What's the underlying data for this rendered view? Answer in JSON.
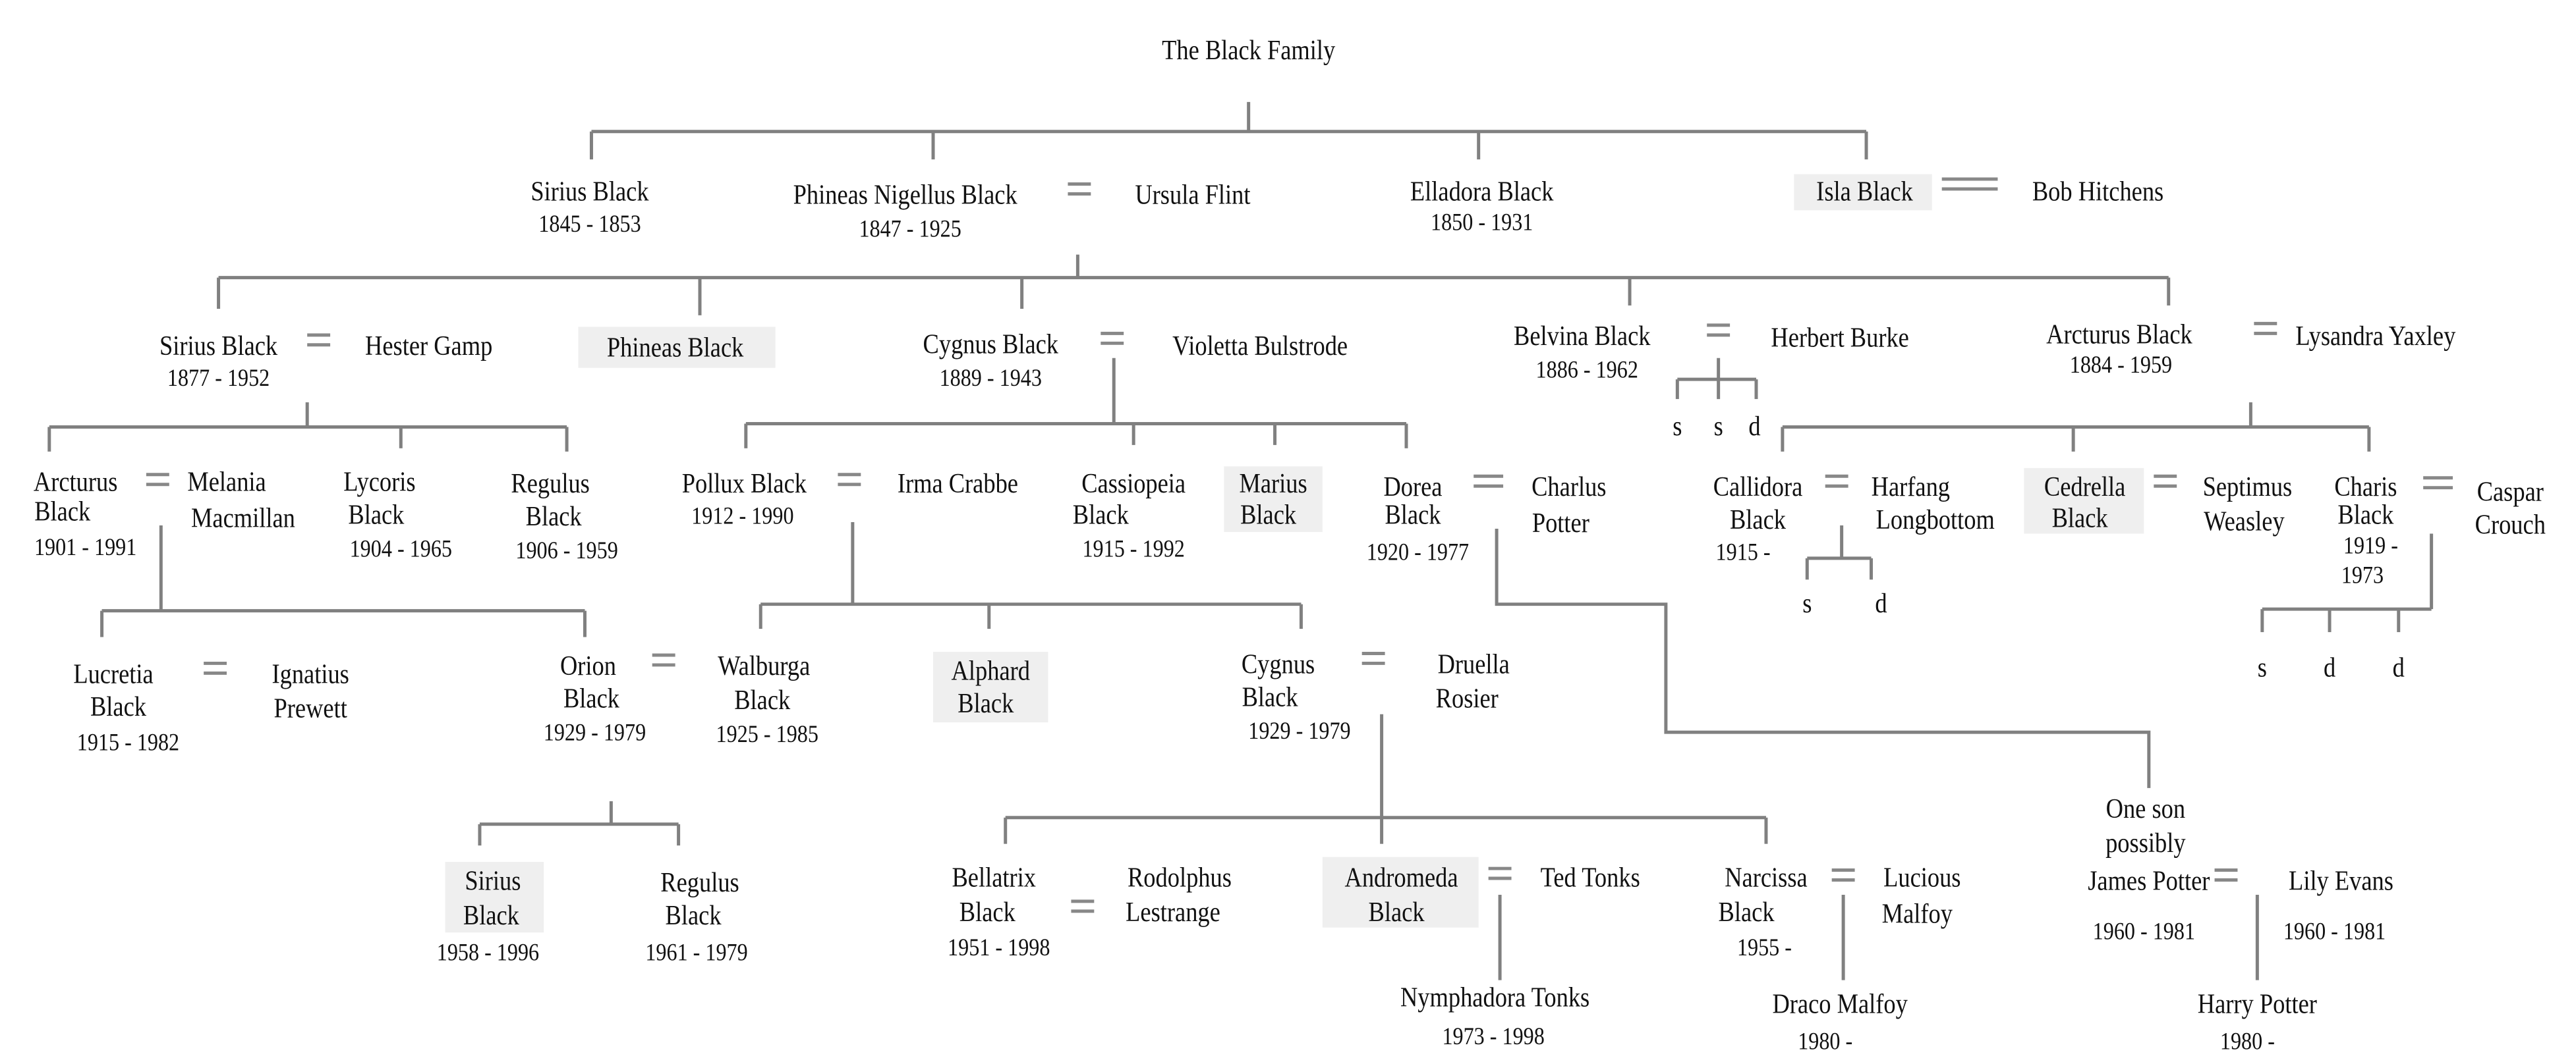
{
  "title": "The Black Family",
  "highlight_color": "#efefef",
  "line_color": "#808080",
  "labels": {
    "sirius1845_name": "Sirius Black",
    "sirius1845_dates": "1845 - 1853",
    "phineasN_name": "Phineas Nigellus Black",
    "phineasN_dates": "1847 - 1925",
    "ursula": "Ursula Flint",
    "elladora_name": "Elladora  Black",
    "elladora_dates": "1850 - 1931",
    "isla_name": "Isla Black",
    "bob": "Bob Hitchens",
    "sirius1877_name": "Sirius Black",
    "sirius1877_dates": "1877 - 1952",
    "hester": "Hester Gamp",
    "phineas_name": "Phineas  Black",
    "cygnus1889_name": "Cygnus  Black",
    "cygnus1889_dates": "1889 - 1943",
    "violetta": "Violetta  Bulstrode",
    "belvina_name": "Belvina  Black",
    "belvina_dates": "1886 - 1962",
    "herbert": "Herbert Burke",
    "belvina_c1": "s",
    "belvina_c2": "s",
    "belvina_c3": "d",
    "arcturus1884_name": "Arcturus  Black",
    "arcturus1884_dates": "1884 - 1959",
    "lysandra": "Lysandra  Yaxley",
    "arcturus1901_l1": "Arcturus",
    "arcturus1901_l2": "Black",
    "arcturus1901_dates": "1901 - 1991",
    "melania_l1": "Melania",
    "melania_l2": "Macmillan",
    "lycoris_l1": "Lycoris",
    "lycoris_l2": "Black",
    "lycoris_dates": "1904 - 1965",
    "regulus1906_l1": "Regulus",
    "regulus1906_l2": "Black",
    "regulus1906_dates": "1906 - 1959",
    "pollux_name": "Pollux Black",
    "pollux_dates": "1912 - 1990",
    "irma": "Irma Crabbe",
    "cassiopeia_l1": "Cassiopeia",
    "cassiopeia_l2": "Black",
    "cassiopeia_dates": "1915 - 1992",
    "marius_l1": "Marius",
    "marius_l2": "Black",
    "dorea_l1": "Dorea",
    "dorea_l2": "Black",
    "dorea_dates": "1920 - 1977",
    "charlus_l1": "Charlus",
    "charlus_l2": "Potter",
    "callidora_l1": "Callidora",
    "callidora_l2": "Black",
    "callidora_dates": "1915 -",
    "harfang_l1": "Harfang",
    "harfang_l2": "Longbottom",
    "callidora_c1": "s",
    "callidora_c2": "d",
    "cedrella_l1": "Cedrella",
    "cedrella_l2": "Black",
    "septimus_l1": "Septimus",
    "septimus_l2": "Weasley",
    "charis_l1": "Charis",
    "charis_l2": "Black",
    "charis_dates1": "1919 -",
    "charis_dates2": "1973",
    "caspar_l1": "Caspar",
    "caspar_l2": "Crouch",
    "charis_c1": "s",
    "charis_c2": "d",
    "charis_c3": "d",
    "lucretia_l1": "Lucretia",
    "lucretia_l2": "Black",
    "lucretia_dates": "1915 - 1982",
    "ignatius_l1": "Ignatius",
    "ignatius_l2": "Prewett",
    "orion_l1": "Orion",
    "orion_l2": "Black",
    "orion_dates": "1929 - 1979",
    "walburga_l1": "Walburga",
    "walburga_l2": "Black",
    "walburga_dates": "1925 - 1985",
    "sirius1958_l1": "Sirius",
    "sirius1958_l2": "Black",
    "sirius1958_dates": "1958 - 1996",
    "regulus1961_l1": "Regulus",
    "regulus1961_l2": "Black",
    "regulus1961_dates": "1961 - 1979",
    "alphard_l1": "Alphard",
    "alphard_l2": "Black",
    "cygnus1929_l1": "Cygnus",
    "cygnus1929_l2": "Black",
    "cygnus1929_dates": "1929 - 1979",
    "druella_l1": "Druella",
    "druella_l2": "Rosier",
    "bellatrix_l1": "Bellatrix",
    "bellatrix_l2": "Black",
    "bellatrix_dates": "1951 - 1998",
    "rodolphus_l1": "Rodolphus",
    "rodolphus_l2": "Lestrange",
    "andromeda_l1": "Andromeda",
    "andromeda_l2": "Black",
    "ted": "Ted Tonks",
    "nymphadora_name": "Nymphadora  Tonks",
    "nymphadora_dates": "1973 - 1998",
    "narcissa_l1": "Narcissa",
    "narcissa_l2": "Black",
    "narcissa_dates": "1955 -",
    "lucious_l1": "Lucious",
    "lucious_l2": "Malfoy",
    "draco_name": "Draco   Malfoy",
    "draco_dates": "1980 -",
    "james_note1": "One son",
    "james_note2": "possibly",
    "james_name": "James Potter",
    "james_dates": "1960  -  1981",
    "lily_name": "Lily Evans",
    "lily_dates": "1960  -  1981",
    "harry_name": "Harry Potter",
    "harry_dates": "1980 -"
  }
}
